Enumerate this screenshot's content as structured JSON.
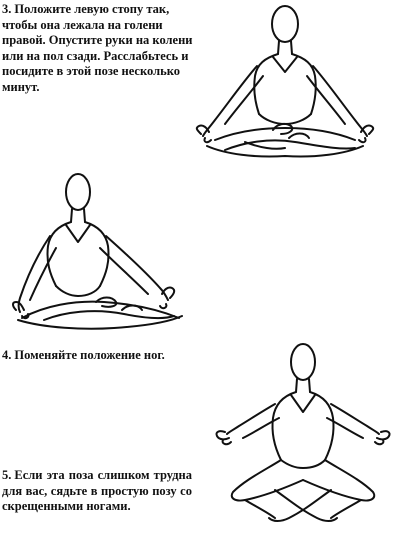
{
  "steps": [
    {
      "number": "3.",
      "text": "Положите левую стопу так, чтобы она лежала на голени правой. Опустите руки на колени или на пол сзади. Расслабьтесь и посидите в этой позе несколько минут."
    },
    {
      "number": "4.",
      "text": "Поменяйте положение ног."
    },
    {
      "number": "5.",
      "text": "Если эта поза слишком трудна для вас, сядьте в простую позу со скрещенными ногами."
    }
  ],
  "figures": [
    {
      "icon": "seated-lotus-figure-icon"
    },
    {
      "icon": "seated-lotus-figure-icon"
    },
    {
      "icon": "seated-cross-legged-figure-icon"
    }
  ]
}
